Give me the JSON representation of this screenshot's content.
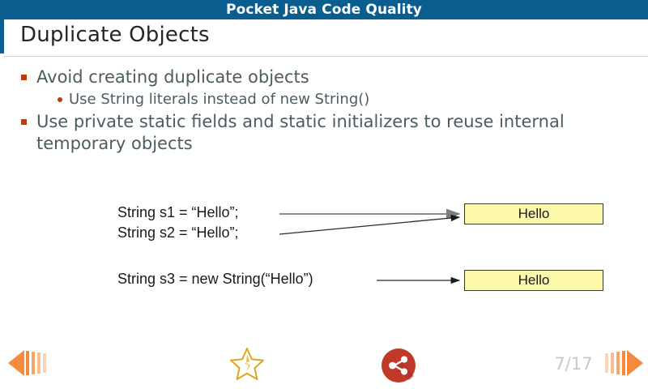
{
  "window": {
    "title": "Pocket Java Code Quality"
  },
  "slide": {
    "title": "Duplicate Objects",
    "bullets": [
      {
        "level": 1,
        "text": "Avoid creating duplicate objects",
        "marker": "square-bullet-icon"
      },
      {
        "level": 2,
        "text": "Use String literals instead of new String()",
        "marker": "dot-bullet-icon"
      },
      {
        "level": 1,
        "text": "Use private static fields and static initializers to reuse internal temporary objects",
        "marker": "square-bullet-icon"
      }
    ],
    "diagram": {
      "code_lines": [
        "String s1 = “Hello”;",
        "String s2 = “Hello”;",
        "String s3 = new String(“Hello”)"
      ],
      "objects": [
        {
          "label": "Hello"
        },
        {
          "label": "Hello"
        }
      ],
      "arrows": [
        {
          "from": "String s1 = “Hello”;",
          "to": "Hello",
          "style": "straight-gray"
        },
        {
          "from": "String s2 = “Hello”;",
          "to": "Hello",
          "style": "diagonal-dark"
        },
        {
          "from": "String s3 = new String(“Hello”)",
          "to": "Hello",
          "style": "straight-dark"
        }
      ]
    }
  },
  "footer": {
    "prev_label": "previous-slide-icon",
    "next_label": "next-slide-icon",
    "favorite_label": "star-icon",
    "share_label": "share-icon",
    "page_counter": "7/17"
  },
  "colors": {
    "header_blue": "#0a5d8f",
    "bullet_orange": "#c0380f",
    "body_text": "#4c5c61",
    "box_yellow": "#fbf8aa",
    "nav_orange": "#f58a3c",
    "star_gold": "#e0a520",
    "share_red": "#c0392b",
    "page_counter_gray": "#c9c9c9"
  }
}
